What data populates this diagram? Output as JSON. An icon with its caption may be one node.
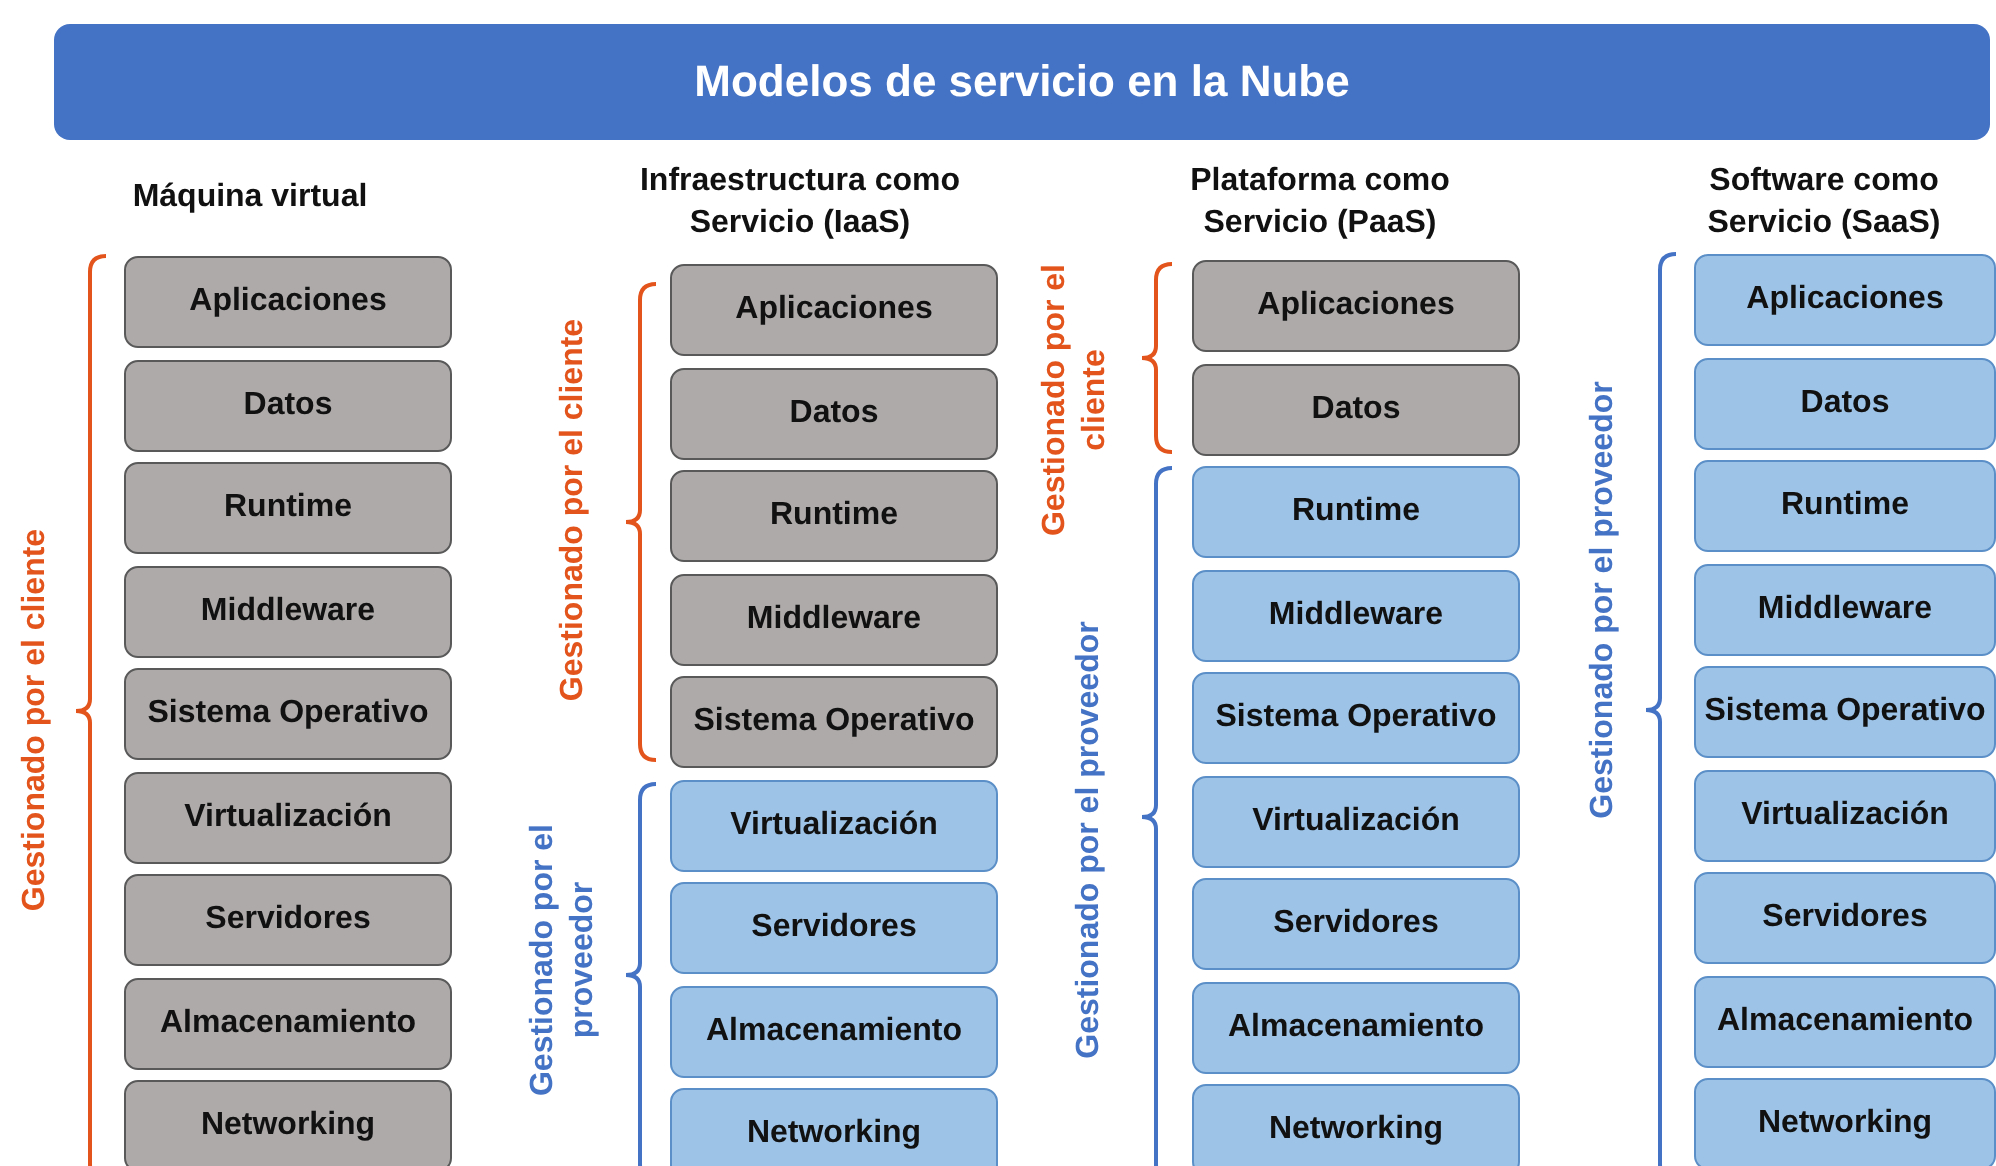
{
  "diagram": {
    "title": "Modelos de servicio en la Nube",
    "nodes": [
      {
        "text": [
          "Aplicaciones"
        ]
      },
      {
        "text": [
          "Datos"
        ]
      },
      {
        "text": [
          "Runtime"
        ]
      },
      {
        "text": [
          "Middleware"
        ]
      },
      {
        "text": [
          "Sistema Operativo"
        ]
      },
      {
        "text": [
          "Virtualización"
        ]
      },
      {
        "text": [
          "Servidores"
        ]
      },
      {
        "text": [
          "Almacenamiento"
        ]
      },
      {
        "text": [
          "Networking"
        ]
      },
      {
        "text": [
          "Aplicaciones"
        ]
      },
      {
        "text": [
          "Datos"
        ]
      },
      {
        "text": [
          "Runtime"
        ]
      },
      {
        "text": [
          "Middleware"
        ]
      },
      {
        "text": [
          "Sistema Operativo"
        ]
      },
      {
        "text": [
          "Virtualización"
        ]
      },
      {
        "text": [
          "Servidores"
        ]
      },
      {
        "text": [
          "Almacenamiento"
        ]
      },
      {
        "text": [
          "Networking"
        ]
      },
      {
        "text": [
          "Aplicaciones"
        ]
      },
      {
        "text": [
          "Datos"
        ]
      },
      {
        "text": [
          "Runtime"
        ]
      },
      {
        "text": [
          "Middleware"
        ]
      },
      {
        "text": [
          "Sistema Operativo"
        ]
      },
      {
        "text": [
          "Virtualización"
        ]
      },
      {
        "text": [
          "Servidores"
        ]
      },
      {
        "text": [
          "Almacenamiento"
        ]
      },
      {
        "text": [
          "Networking"
        ]
      },
      {
        "text": [
          "Aplicaciones"
        ]
      },
      {
        "text": [
          "Datos"
        ]
      },
      {
        "text": [
          "Runtime"
        ]
      },
      {
        "text": [
          "Middleware"
        ]
      },
      {
        "text": [
          "Sistema Operativo"
        ]
      },
      {
        "text": [
          "Virtualización"
        ]
      },
      {
        "text": [
          "Servidores"
        ]
      },
      {
        "text": [
          "Almacenamiento"
        ]
      },
      {
        "text": [
          "Networking"
        ]
      }
    ],
    "labels": [
      "Máquina virtual",
      "Infraestructura como Servicio (IaaS)",
      "Plataforma como Servicio (PaaS)",
      "Software como Servicio (SaaS)",
      "Gestionado por el cliente",
      "Gestionado por el cliente",
      "Gestionado por el proveedor",
      "Gestionado por el cliente",
      "Gestionado por el proveedor",
      "Gestionado por el proveedor"
    ]
  }
}
